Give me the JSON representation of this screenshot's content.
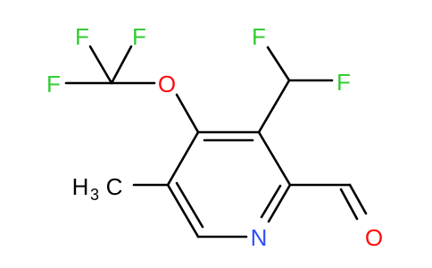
{
  "molecule": {
    "atoms": {
      "F1": "F",
      "F2": "F",
      "F3": "F",
      "O_ether": "O",
      "F4": "F",
      "F5": "F",
      "methyl_h": "H",
      "methyl_sub": "3",
      "methyl_c": "C",
      "N_ring": "N",
      "O_ald": "O"
    },
    "colors": {
      "carbon_bond": "#000000",
      "fluorine": "#33cc33",
      "oxygen": "#ff0d0d",
      "nitrogen": "#3050f8"
    }
  }
}
